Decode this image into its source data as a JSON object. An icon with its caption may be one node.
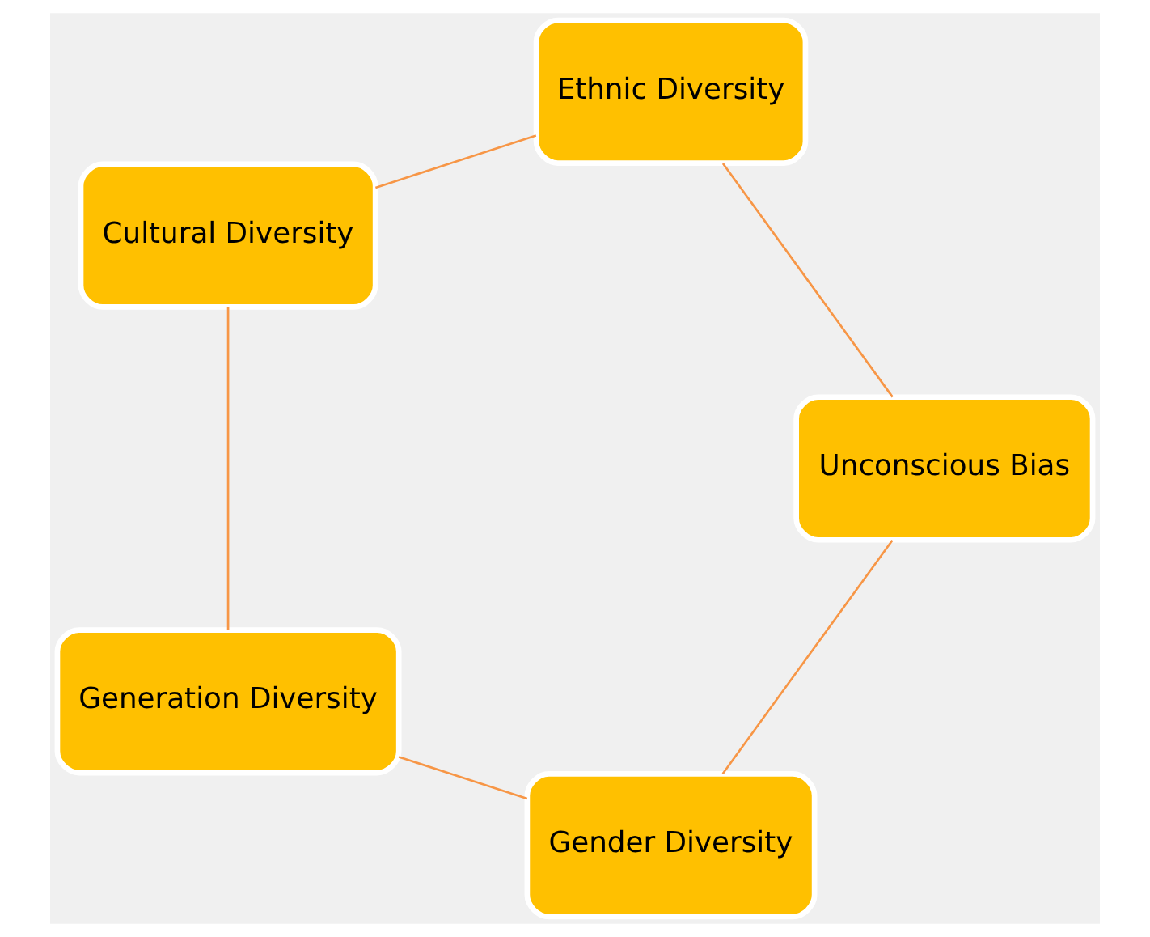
{
  "diagram": {
    "nodes": [
      {
        "text": [
          "Gender Diversity"
        ]
      },
      {
        "text": [
          "Generation Diversity"
        ]
      },
      {
        "text": [
          "Cultural Diversity"
        ]
      },
      {
        "text": [
          "Ethnic Diversity"
        ]
      },
      {
        "text": [
          "Unconscious Bias"
        ]
      }
    ],
    "edges": [
      {
        "from": 0,
        "to": 1,
        "arrow": "none"
      },
      {
        "from": 1,
        "to": 2,
        "arrow": "none"
      },
      {
        "from": 2,
        "to": 3,
        "arrow": "none"
      },
      {
        "from": 3,
        "to": 4,
        "arrow": "none"
      },
      {
        "from": 4,
        "to": 0,
        "arrow": "none"
      }
    ]
  }
}
